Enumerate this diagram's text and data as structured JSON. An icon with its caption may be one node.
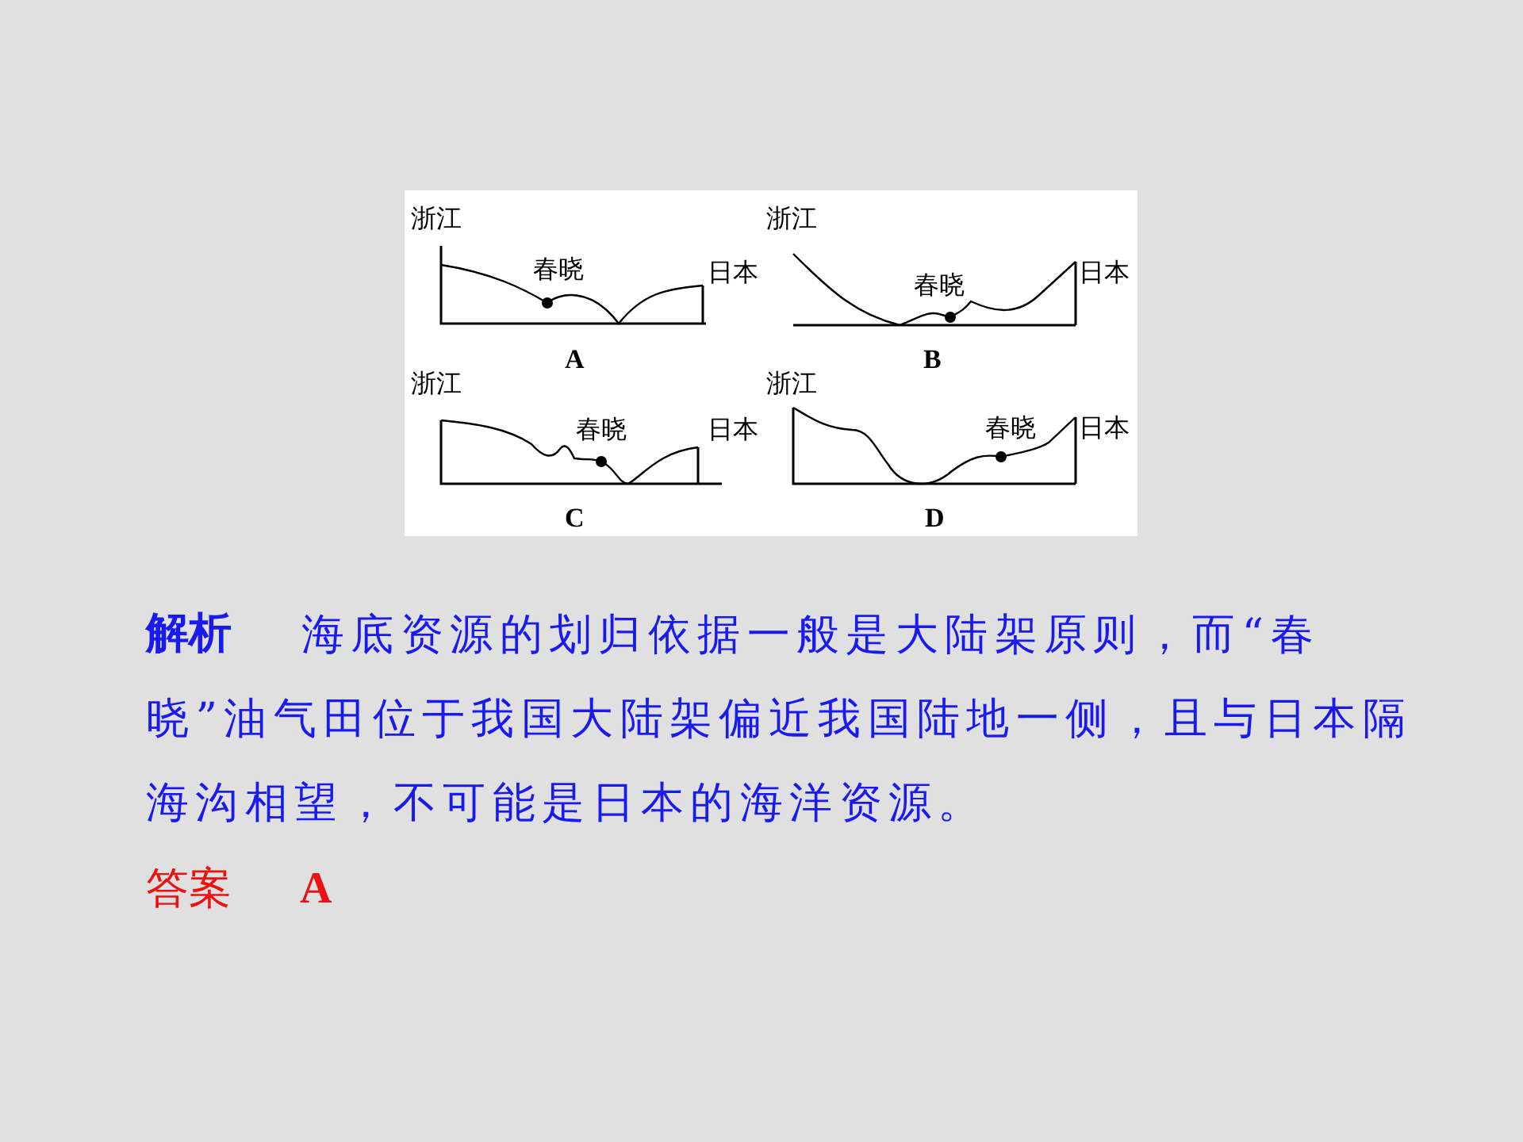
{
  "diagram": {
    "labels": [
      "浙江",
      "春晓",
      "日本",
      "A",
      "浙江",
      "春晓",
      "日本",
      "B",
      "浙江",
      "春晓",
      "日本",
      "C",
      "浙江",
      "春晓",
      "日本",
      "D",
      "解析",
      "海底资源的划归依据一般是大陆架原则，而“春晓”油气田位于我国大陆架偏近我国陆地一侧，且与日本隔海沟相望，不可能是日本的海洋资源。",
      "答案",
      "A"
    ]
  }
}
